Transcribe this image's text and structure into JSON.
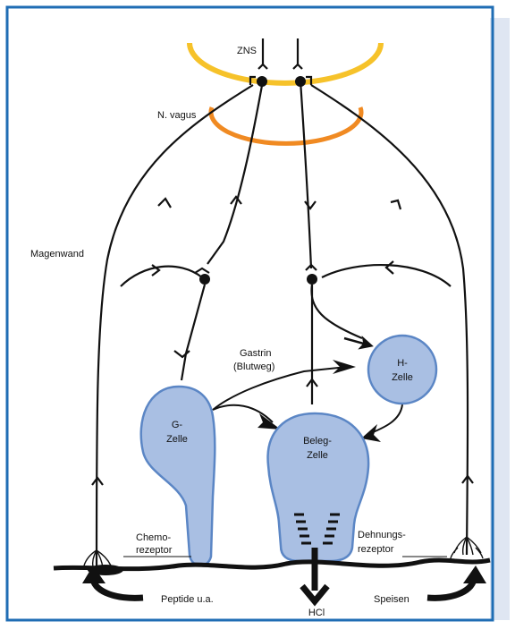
{
  "colors": {
    "frame": "#1f6db4",
    "shade": "#dfe6f2",
    "zns_ring": "#f6c22a",
    "vagus_ring": "#f08a22",
    "cell_fill": "#a9bfe3",
    "cell_stroke": "#5b86c5",
    "line": "#111111"
  },
  "labels": {
    "zns": "ZNS",
    "vagus": "N. vagus",
    "magenwand": "Magenwand",
    "gastrin_line1": "Gastrin",
    "gastrin_line2": "(Blutweg)",
    "g_cell_line1": "G-",
    "g_cell_line2": "Zelle",
    "h_cell_line1": "H-",
    "h_cell_line2": "Zelle",
    "beleg_line1": "Beleg-",
    "beleg_line2": "Zelle",
    "chemo_line1": "Chemo-",
    "chemo_line2": "rezeptor",
    "dehnungs_line1": "Dehnungs-",
    "dehnungs_line2": "rezeptor",
    "peptide": "Peptide u.a.",
    "hcl": "HCl",
    "speisen": "Speisen"
  },
  "icons": {
    "neuron": "black-dot-neuron",
    "synapse": "synapse-fork-icon",
    "arrow": "open-arrow-icon",
    "receptor": "nerve-ending-icon"
  }
}
